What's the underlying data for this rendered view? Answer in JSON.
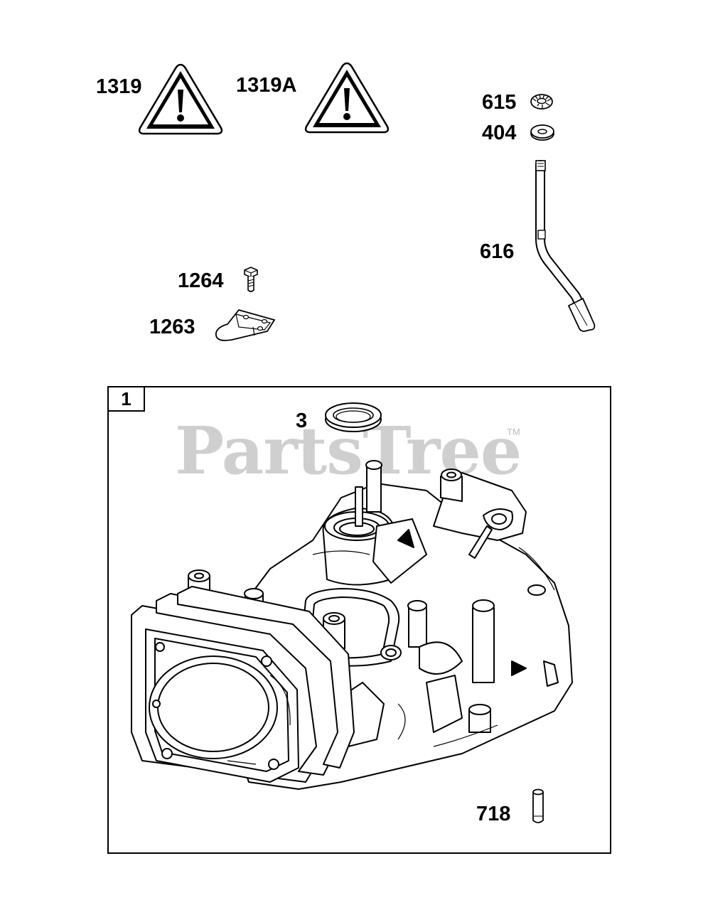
{
  "watermark": {
    "brand": "PartsTree",
    "trademark": "TM"
  },
  "assembly": {
    "number": "1"
  },
  "callouts": {
    "p1319": "1319",
    "p1319a": "1319A",
    "p615": "615",
    "p404": "404",
    "p616": "616",
    "p1264": "1264",
    "p1263": "1263",
    "p3": "3",
    "p718": "718"
  },
  "icons": {
    "warning_1319": "warning-triangle-icon",
    "warning_1319a": "warning-triangle-icon",
    "lockwasher_615": "lock-washer-icon",
    "washer_404": "flat-washer-icon",
    "dipstick_616": "dipstick-tube-icon",
    "screw_1264": "screw-icon",
    "plate_1263": "plate-icon",
    "seal_3": "oil-seal-icon",
    "pin_718": "dowel-pin-icon",
    "crankcase_1": "engine-cylinder-block-icon"
  }
}
